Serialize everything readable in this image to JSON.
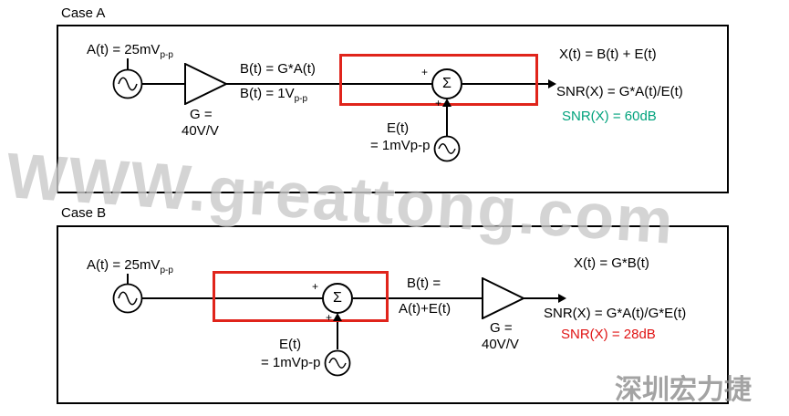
{
  "watermarks": {
    "center": "WWW.greattong.com",
    "bottom_right": "深圳宏力捷"
  },
  "symbols": {
    "sigma": "Σ",
    "plus": "+"
  },
  "colors": {
    "wire": "#000000",
    "highlight_box": "#e0241b",
    "snr_case_a": "#00a27c",
    "snr_case_b": "#e01414",
    "watermark": "#a0a0a0"
  },
  "case_a": {
    "title": "Case A",
    "input_label": "A(t) = 25mV",
    "input_sub": "p-p",
    "gain_line1": "G =",
    "gain_line2": "40V/V",
    "b_label_1": "B(t) = G*A(t)",
    "b_label_2": "B(t) = 1V",
    "b_label_2_sub": "p-p",
    "noise_label_1": "E(t)",
    "noise_label_2": "= 1mVp-p",
    "out_label": "X(t) = B(t) + E(t)",
    "snr_formula": "SNR(X) = G*A(t)/E(t)",
    "snr_value": "SNR(X) = 60dB"
  },
  "case_b": {
    "title": "Case B",
    "input_label": "A(t) = 25mV",
    "input_sub": "p-p",
    "b_label_1": "B(t) =",
    "b_label_2": "A(t)+E(t)",
    "gain_line1": "G =",
    "gain_line2": "40V/V",
    "noise_label_1": "E(t)",
    "noise_label_2": "= 1mVp-p",
    "out_label": "X(t) = G*B(t)",
    "snr_formula": "SNR(X) = G*A(t)/G*E(t)",
    "snr_value": "SNR(X) = 28dB"
  }
}
